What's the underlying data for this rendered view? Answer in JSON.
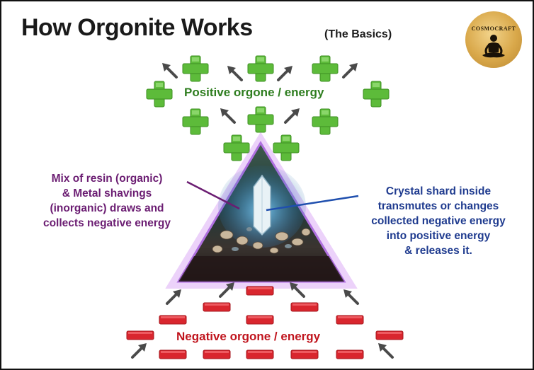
{
  "title": "How Orgonite Works",
  "subtitle": "(The Basics)",
  "logo": {
    "text": "COSMOCRAFT",
    "icon": "meditating-figure"
  },
  "positive_label": "Positive orgone / energy",
  "negative_label": "Negative orgone / energy",
  "left_annotation": [
    "Mix of resin (organic)",
    "& Metal shavings",
    "(inorganic) draws and",
    "collects negative energy"
  ],
  "right_annotation": [
    "Crystal shard inside",
    "transmutes or changes",
    "collected negative energy",
    "into positive energy",
    "& releases it."
  ],
  "colors": {
    "positive": "#5dbb3a",
    "negative": "#d9262e",
    "left_text": "#6b1d72",
    "right_text": "#1f3b8f",
    "arrow": "#4a4a4a"
  }
}
